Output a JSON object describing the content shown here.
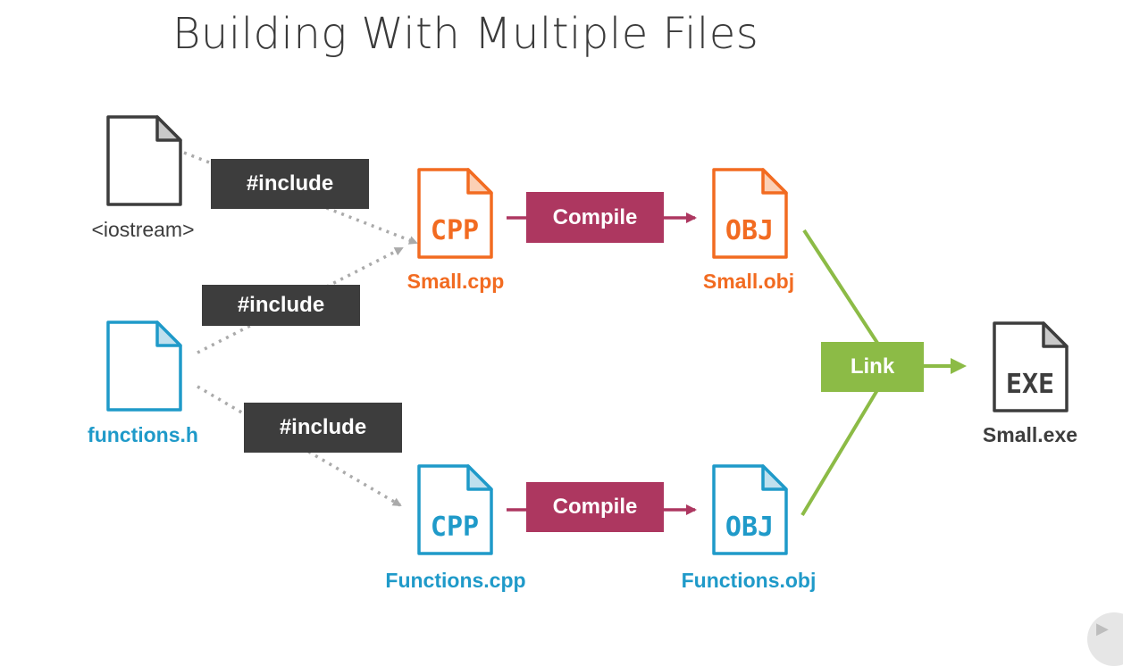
{
  "title": "Building With Multiple Files",
  "files": {
    "iostream": {
      "label": "<iostream>",
      "badge": ""
    },
    "functions_h": {
      "label": "functions.h",
      "badge": ""
    },
    "small_cpp": {
      "label": "Small.cpp",
      "badge": "CPP"
    },
    "functions_cpp": {
      "label": "Functions.cpp",
      "badge": "CPP"
    },
    "small_obj": {
      "label": "Small.obj",
      "badge": "OBJ"
    },
    "functions_obj": {
      "label": "Functions.obj",
      "badge": "OBJ"
    },
    "small_exe": {
      "label": "Small.exe",
      "badge": "EXE"
    }
  },
  "steps": {
    "include_iostream": "#include",
    "include_functions_small": "#include",
    "include_functions_functions": "#include",
    "compile_small": "Compile",
    "compile_functions": "Compile",
    "link": "Link"
  },
  "colors": {
    "title": "#3a3a3a",
    "dark": "#3d3d3d",
    "orange": "#f26b21",
    "blue": "#1f9ac9",
    "compile": "#ad3760",
    "link": "#8cbb46",
    "dotted": "#aaaaaa"
  }
}
